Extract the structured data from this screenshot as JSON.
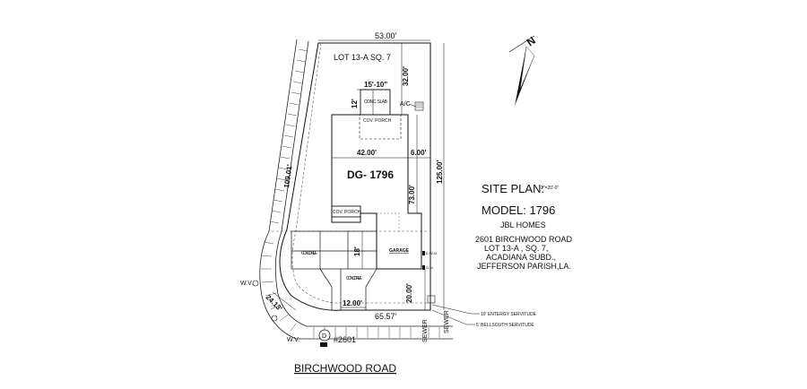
{
  "lot": {
    "label": "LOT 13-A  SQ. 7"
  },
  "dimensions": {
    "top": "53.00'",
    "left": "109.01'",
    "right": "125.00'",
    "bottom": "65.57'",
    "corner": "24.13'",
    "rear_setback": "32.00'",
    "house_width": "42.00'",
    "side_setback": "6.00'",
    "house_depth": "73.00'",
    "front_setback": "20.00'",
    "drive_width": "12.00'",
    "slab_width": "15'-10\"",
    "slab_depth": "12'",
    "garage_offset": "18'"
  },
  "labels": {
    "conc_slab": "CONC. SLAB",
    "cov_porch_rear": "COV. PORCH",
    "cov_porch_front": "COV. PORCH",
    "model": "DG- 1796",
    "garage": "GARAGE",
    "conc_drive_left": "CONC. DRIVE",
    "conc_drive_right": "CONC. DRIVE",
    "ac": "A/C",
    "wv_upper": "W.V.",
    "wv_lower": "W.V.",
    "address_number": "#2601",
    "sewer": "SEWER",
    "d_marker": "D",
    "entergy": "10' ENTERGY SERVITUDE",
    "bellsouth": "5' BELLSOUTH SERVITUDE",
    "street": "BIRCHWOOD ROAD",
    "meter": "E.W.M.",
    "gm": "G.M."
  },
  "north": {
    "label": "N"
  },
  "info": {
    "site_plan": "SITE PLAN:",
    "scale": "1\"=20'-0\"",
    "model": "MODEL:  1796",
    "builder": "JBL  HOMES",
    "address_1": "2601 BIRCHWOOD  ROAD",
    "address_2": "LOT 13-A , SQ. 7,",
    "address_3": "ACADIANA SUBD.,",
    "address_4": "JEFFERSON PARISH,LA."
  }
}
